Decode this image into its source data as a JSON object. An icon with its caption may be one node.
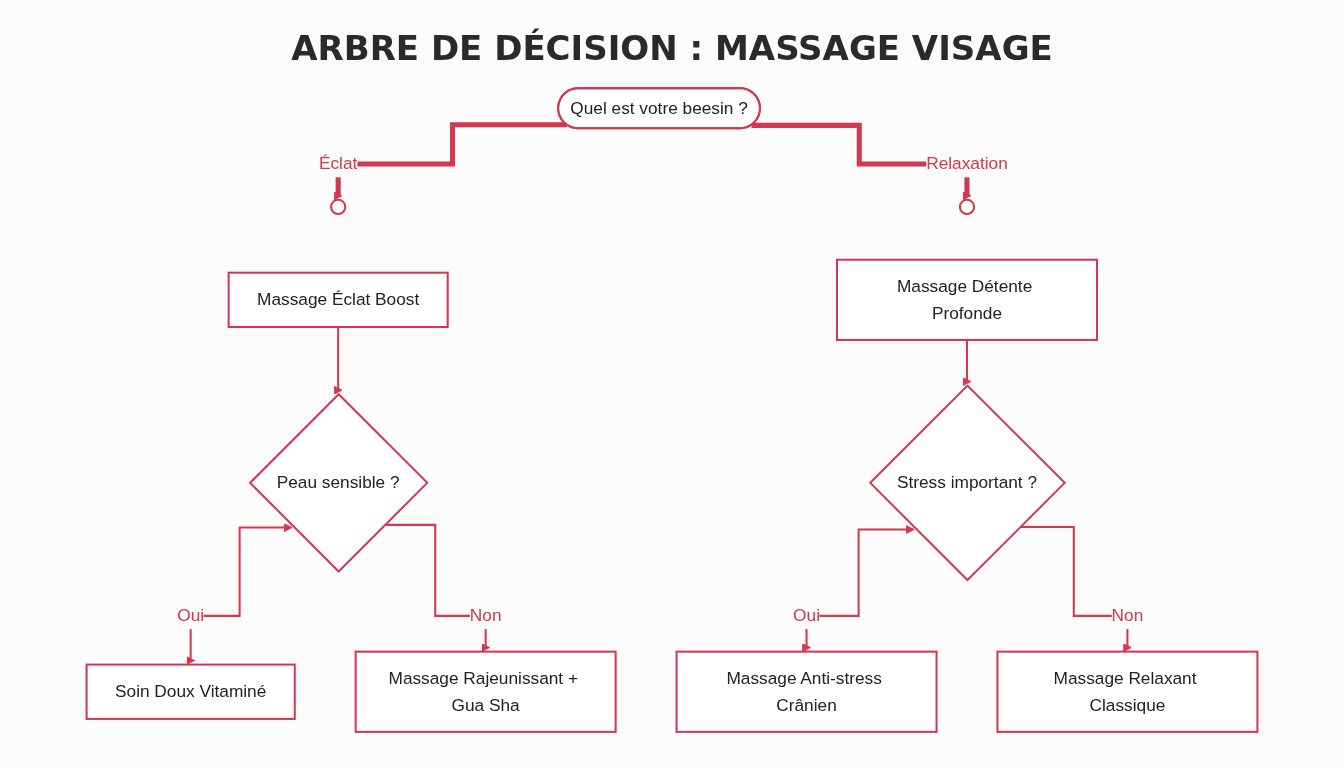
{
  "diagram": {
    "title": "ARBRE DE DÉCISION : MASSAGE VISAGE",
    "nodes": [
      {
        "text": [
          "Quel est votre beesin ?"
        ]
      },
      {
        "text": [],
        "shape": "circle"
      },
      {
        "text": [],
        "shape": "circle"
      },
      {
        "text": [
          "Massage Éclat Boost"
        ]
      },
      {
        "text": [
          "Massage Détente Profonde"
        ]
      },
      {
        "text": [
          "Peau sensible ?"
        ]
      },
      {
        "text": [
          "Stress important ?"
        ]
      },
      {
        "text": [
          "Soin Doux Vitaminé"
        ]
      },
      {
        "text": [
          "Massage Rajeunissant + Gua Sha"
        ]
      },
      {
        "text": [
          "Massage Anti-stress Crânien"
        ]
      },
      {
        "text": [
          "Massage Relaxant Classique"
        ]
      }
    ],
    "edges": [
      {
        "from": 0,
        "to": 1,
        "arrow": "to",
        "label": "Éclat",
        "style": "thick"
      },
      {
        "from": 0,
        "to": 2,
        "arrow": "to",
        "label": "Relaxation",
        "style": "thick"
      },
      {
        "from": 3,
        "to": 5,
        "arrow": "to"
      },
      {
        "from": 4,
        "to": 6,
        "arrow": "to"
      },
      {
        "from": 5,
        "to": 7,
        "arrow": "both",
        "label": "Oui"
      },
      {
        "from": 5,
        "to": 8,
        "arrow": "to",
        "label": "Non"
      },
      {
        "from": 6,
        "to": 9,
        "arrow": "both",
        "label": "Oui"
      },
      {
        "from": 6,
        "to": 10,
        "arrow": "to",
        "label": "Non"
      }
    ]
  }
}
